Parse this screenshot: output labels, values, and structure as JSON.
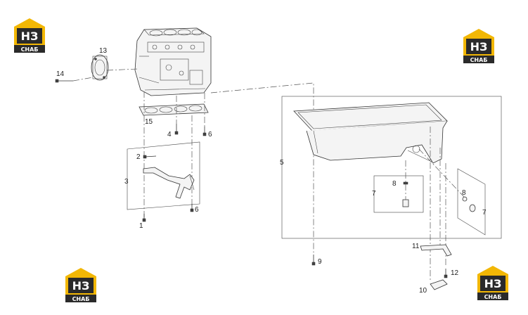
{
  "logo": {
    "letters": "НЗ",
    "subtext": "СНАБ",
    "colors": {
      "roof": "#f2b705",
      "dark": "#2a2a2a",
      "light": "#ffffff"
    }
  },
  "callouts": [
    "1",
    "2",
    "3",
    "4",
    "5",
    "6",
    "6",
    "7",
    "7",
    "8",
    "8",
    "9",
    "10",
    "11",
    "12",
    "13",
    "14",
    "15"
  ]
}
